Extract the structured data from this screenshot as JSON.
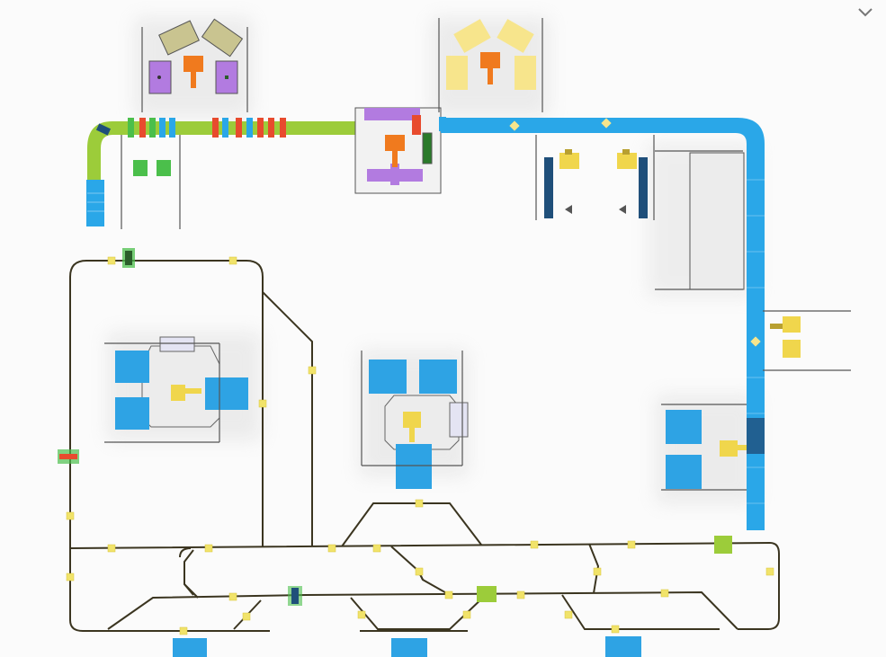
{
  "view": {
    "title": "",
    "collapse_control": {
      "icon": "chevron-down-icon"
    }
  },
  "colors": {
    "background": "#fbfbfb",
    "green_conveyor": "#9ccc3a",
    "blue_conveyor": "#2aa7e8",
    "track": "#3b3520",
    "track_stop": "#f1e36a",
    "robot_orange": "#f07a1e",
    "robot_yellow": "#f0d64c",
    "robot_yellow_light": "#f7e58c",
    "purple": "#b27be0",
    "khaki": "#c9c490",
    "station_blue": "#2ea3e4",
    "cell_frame": "#6b6b6b",
    "box_gray": "#ececec",
    "stepper_green": "#4bbf4b",
    "stepper_red": "#e84b2e"
  },
  "elements": [
    {
      "type": "green-conveyor",
      "name": "green-conveyor"
    },
    {
      "type": "blue-conveyor",
      "name": "blue-conveyor"
    },
    {
      "type": "track-loop",
      "name": "shuttle-track"
    },
    {
      "type": "robot-cell",
      "name": "orange-robot-cell-left"
    },
    {
      "type": "robot-cell",
      "name": "orange-robot-cell-center"
    },
    {
      "type": "robot-cell",
      "name": "yellow-robot-cell-top"
    },
    {
      "type": "robot-cell",
      "name": "yellow-robot-cell-right"
    },
    {
      "type": "robot-cell",
      "name": "machining-cell-left"
    },
    {
      "type": "robot-cell",
      "name": "machining-cell-center"
    },
    {
      "type": "robot-cell",
      "name": "pack-cell-bottom-right"
    }
  ]
}
